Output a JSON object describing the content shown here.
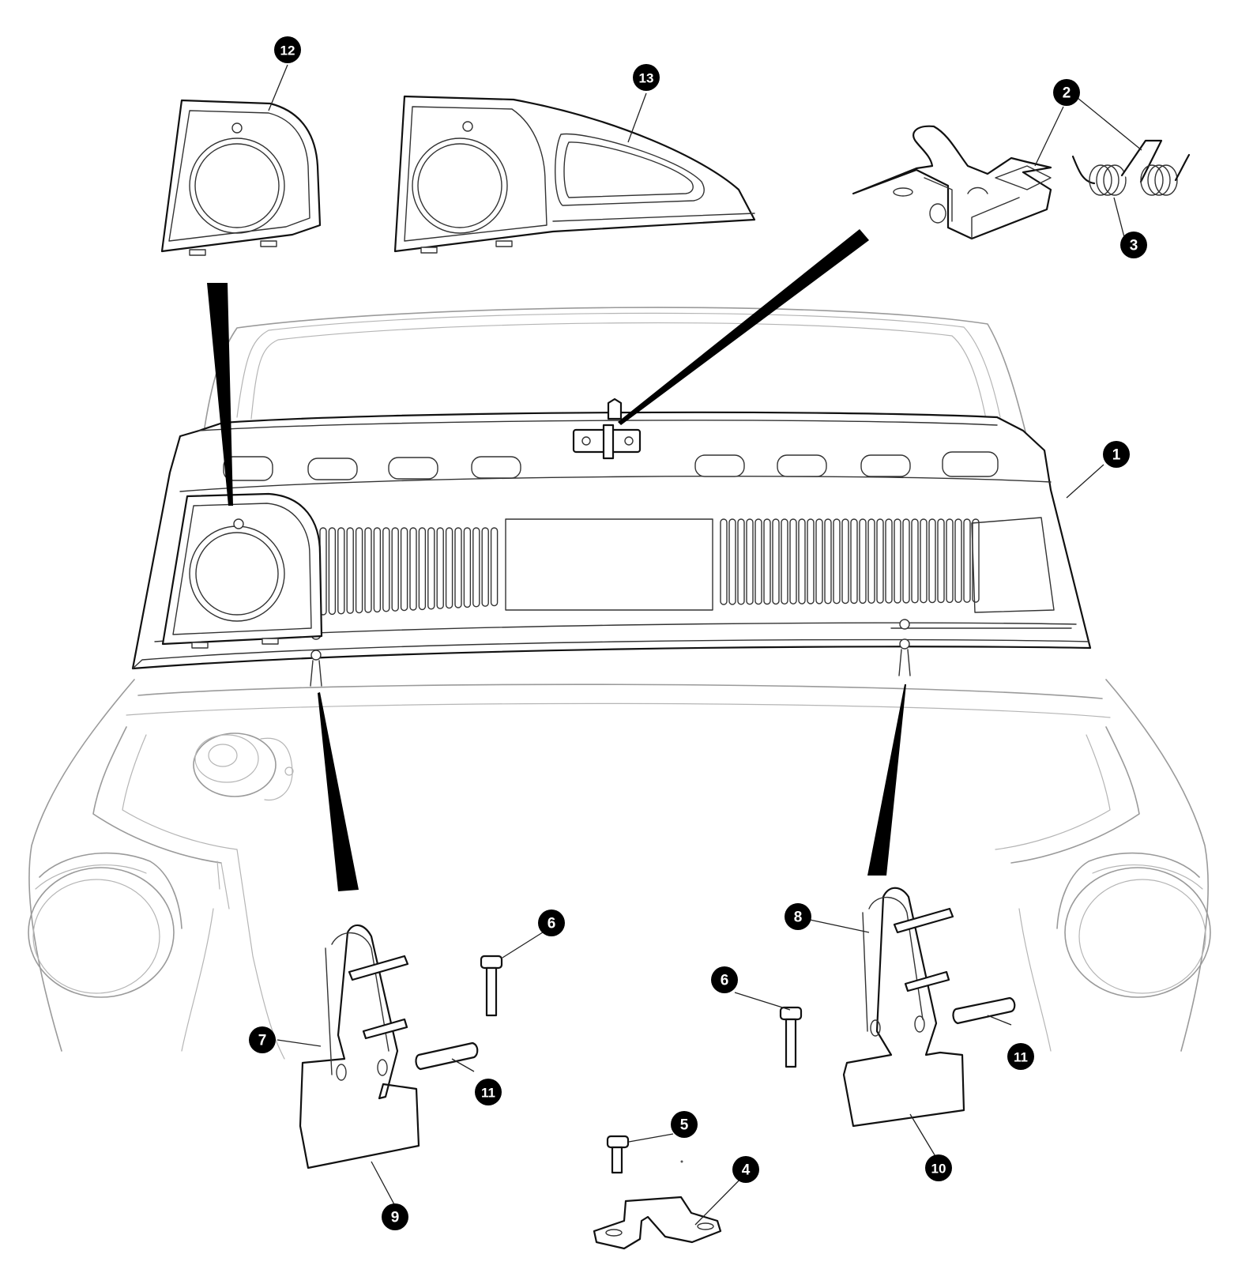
{
  "callouts": {
    "c1": "1",
    "c2": "2",
    "c3": "3",
    "c4": "4",
    "c5": "5",
    "c6a": "6",
    "c6b": "6",
    "c7": "7",
    "c8": "8",
    "c9": "9",
    "c10": "10",
    "c11a": "11",
    "c11b": "11",
    "c12": "12",
    "c13": "13"
  },
  "colors": {
    "callout_fill": "#000000",
    "callout_text": "#ffffff",
    "part_stroke": "#111111",
    "ghost_stroke": "#9a9a9a"
  }
}
